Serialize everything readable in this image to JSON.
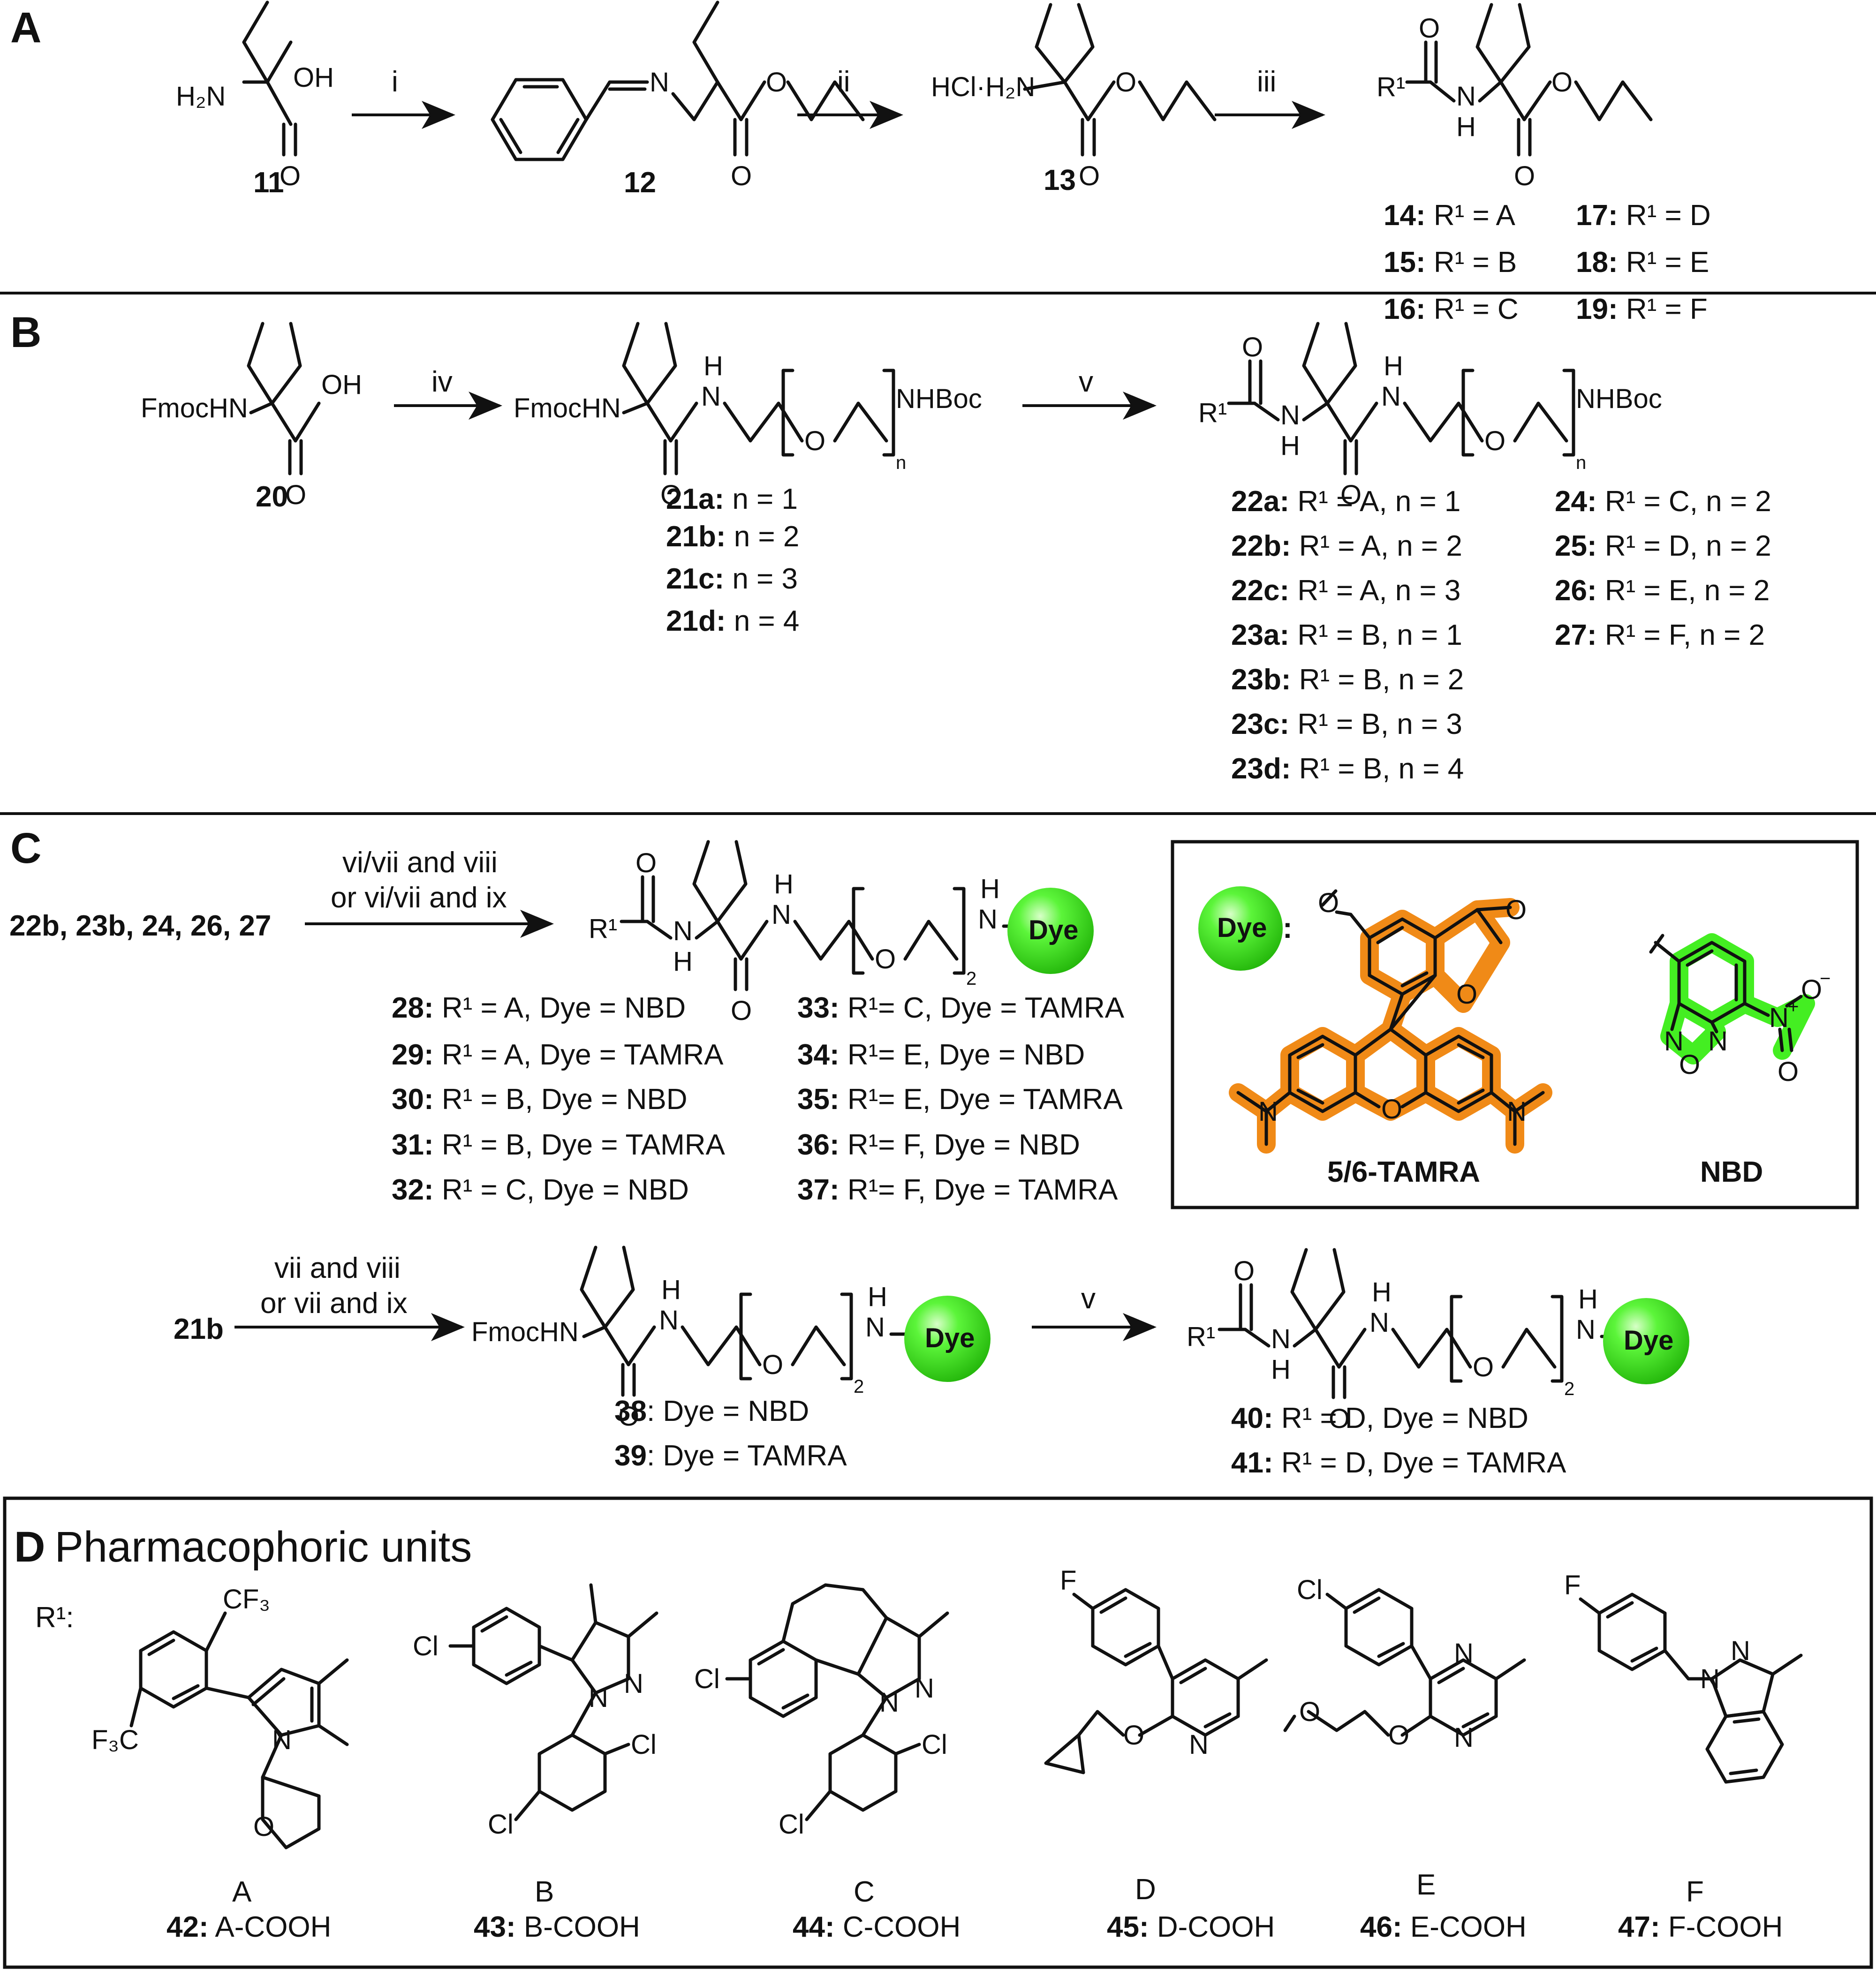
{
  "panels": {
    "A": {
      "letter": "A",
      "compounds": [
        {
          "id": "11",
          "label": "11"
        },
        {
          "id": "12",
          "label": "12"
        },
        {
          "id": "13",
          "label": "13"
        }
      ],
      "atoms": {
        "h2n": "H₂N",
        "oh": "OH",
        "o": "O",
        "n": "N",
        "hcl_h2n": "HCl·H₂N",
        "r1": "R¹",
        "h": "H"
      },
      "steps": [
        "i",
        "ii",
        "iii"
      ],
      "products": [
        {
          "bold": "14:",
          "text": " R¹ = A"
        },
        {
          "bold": "15:",
          "text": " R¹ = B"
        },
        {
          "bold": "16:",
          "text": " R¹ = C"
        },
        {
          "bold": "17:",
          "text": " R¹ = D"
        },
        {
          "bold": "18:",
          "text": " R¹ = E"
        },
        {
          "bold": "19:",
          "text": " R¹ = F"
        }
      ]
    },
    "B": {
      "letter": "B",
      "start": "20",
      "atoms": {
        "fmochn": "FmocHN",
        "oh": "OH",
        "o": "O",
        "h": "H",
        "n": "N",
        "nhboc": "NHBoc",
        "sub_n": "n",
        "r1": "R¹"
      },
      "steps": [
        "iv",
        "v"
      ],
      "intermediates": [
        {
          "bold": "21a:",
          "text": " n = 1"
        },
        {
          "bold": "21b:",
          "text": " n = 2"
        },
        {
          "bold": "21c:",
          "text": " n = 3"
        },
        {
          "bold": "21d:",
          "text": " n = 4"
        }
      ],
      "products_left": [
        {
          "bold": "22a:",
          "text": " R¹ = A, n = 1"
        },
        {
          "bold": "22b:",
          "text": " R¹ = A, n = 2"
        },
        {
          "bold": "22c:",
          "text": " R¹ = A, n = 3"
        },
        {
          "bold": "23a:",
          "text": " R¹ = B, n = 1"
        },
        {
          "bold": "23b:",
          "text": " R¹ = B, n = 2"
        },
        {
          "bold": "23c:",
          "text": " R¹ = B, n = 3"
        },
        {
          "bold": "23d:",
          "text": " R¹ = B, n = 4"
        }
      ],
      "products_right": [
        {
          "bold": "24:",
          "text": " R¹ = C, n = 2"
        },
        {
          "bold": "25:",
          "text": " R¹ = D, n = 2"
        },
        {
          "bold": "26:",
          "text": " R¹ = E, n = 2"
        },
        {
          "bold": "27:",
          "text": " R¹ = F,  n = 2"
        }
      ]
    },
    "C": {
      "letter": "C",
      "start": "22b, 23b, 24, 26, 27",
      "conditions_1": [
        "vi/vii and viii",
        "or vi/vii and ix"
      ],
      "dye": "Dye",
      "sub_2": "2",
      "products_left": [
        {
          "bold": "28:",
          "text": " R¹ = A, Dye = NBD"
        },
        {
          "bold": "29:",
          "text": " R¹ = A, Dye = TAMRA"
        },
        {
          "bold": "30:",
          "text": " R¹ = B, Dye = NBD"
        },
        {
          "bold": "31:",
          "text": " R¹ = B, Dye = TAMRA"
        },
        {
          "bold": "32:",
          "text": " R¹ = C, Dye = NBD"
        }
      ],
      "products_right": [
        {
          "bold": "33:",
          "text": " R¹= C, Dye = TAMRA"
        },
        {
          "bold": "34:",
          "text": " R¹= E, Dye = NBD"
        },
        {
          "bold": "35:",
          "text": " R¹= E, Dye = TAMRA"
        },
        {
          "bold": "36:",
          "text": " R¹= F,  Dye = NBD"
        },
        {
          "bold": "37:",
          "text": " R¹= F,  Dye = TAMRA"
        }
      ],
      "dye_box": {
        "colon": ":",
        "tamra": "5/6-TAMRA",
        "nbd": "NBD",
        "o": "O",
        "n": "N",
        "no2_o": "O",
        "no2_minus": "−",
        "plus": "+"
      },
      "start_2": "21b",
      "conditions_2": [
        "vii and viii",
        "or vii and ix"
      ],
      "step_2": "v",
      "intermediates": [
        {
          "bold": "38",
          "text": ": Dye = NBD"
        },
        {
          "bold": "39",
          "text": ": Dye = TAMRA"
        }
      ],
      "products_2": [
        {
          "bold": "40:",
          "text": " R¹ = D, Dye = NBD"
        },
        {
          "bold": "41:",
          "text": " R¹ = D, Dye = TAMRA"
        }
      ]
    },
    "D": {
      "letter": "D",
      "title": "Pharmacophoric units",
      "r1": "R¹:",
      "units": [
        {
          "letter": "A",
          "bold": "42:",
          "text": " A-COOH"
        },
        {
          "letter": "B",
          "bold": "43:",
          "text": " B-COOH"
        },
        {
          "letter": "C",
          "bold": "44:",
          "text": " C-COOH"
        },
        {
          "letter": "D",
          "bold": "45:",
          "text": " D-COOH"
        },
        {
          "letter": "E",
          "bold": "46:",
          "text": " E-COOH"
        },
        {
          "letter": "F",
          "bold": "47:",
          "text": " F-COOH"
        }
      ],
      "atoms": {
        "cf3": "CF₃",
        "f3c": "F₃C",
        "cl": "Cl",
        "f": "F",
        "n": "N",
        "o": "O"
      }
    }
  },
  "colors": {
    "tamra": "#f08a17",
    "nbd": "#44ee22",
    "dye_ball": "#3fe21f",
    "ink": "#111111"
  }
}
